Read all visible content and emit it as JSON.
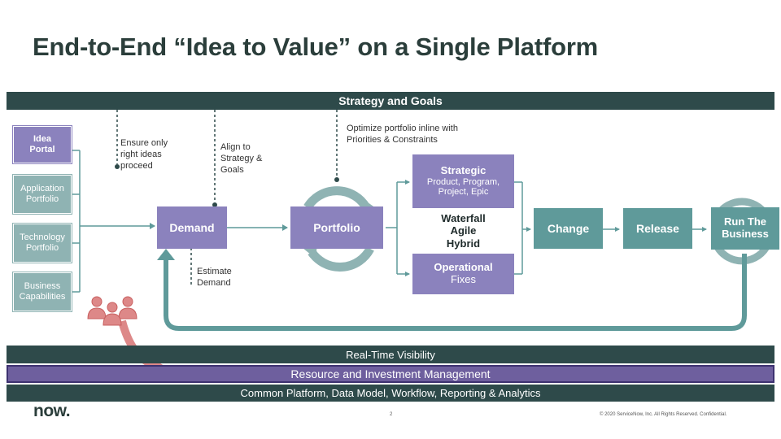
{
  "title": "End-to-End “Idea to Value” on a Single Platform",
  "bands": {
    "strategy": "Strategy and Goals",
    "visibility": "Real-Time Visibility",
    "resource": "Resource and Investment Management",
    "platform": "Common Platform, Data Model, Workflow, Reporting & Analytics"
  },
  "sources": {
    "idea_portal": [
      "Idea",
      "Portal"
    ],
    "application_portfolio": [
      "Application",
      "Portfolio"
    ],
    "technology_portfolio": [
      "Technology",
      "Portfolio"
    ],
    "business_capabilities": [
      "Business",
      "Capabilities"
    ]
  },
  "notes": {
    "ensure": [
      "Ensure only",
      "right ideas",
      "proceed"
    ],
    "align": [
      "Align to",
      "Strategy &",
      "Goals"
    ],
    "optimize": [
      "Optimize portfolio inline with",
      "Priorities & Constraints"
    ],
    "estimate": [
      "Estimate",
      "Demand"
    ]
  },
  "process": {
    "demand": "Demand",
    "portfolio": "Portfolio",
    "strategic_title": "Strategic",
    "strategic_sub": [
      "Product, Program,",
      "Project, Epic"
    ],
    "methods": [
      "Waterfall",
      "Agile",
      "Hybrid"
    ],
    "operational_title": "Operational",
    "operational_sub": "Fixes",
    "change": "Change",
    "release": "Release",
    "run": [
      "Run The",
      "Business"
    ]
  },
  "footer": {
    "logo": "now.",
    "page": "2",
    "copyright": "© 2020 ServiceNow, Inc. All Rights Reserved. Confidential."
  },
  "colors": {
    "dark_teal": "#2e4a4a",
    "purple": "#8b82bd",
    "teal": "#5f9a9a",
    "light_teal": "#8fb3b3",
    "people": "#dd8888"
  }
}
